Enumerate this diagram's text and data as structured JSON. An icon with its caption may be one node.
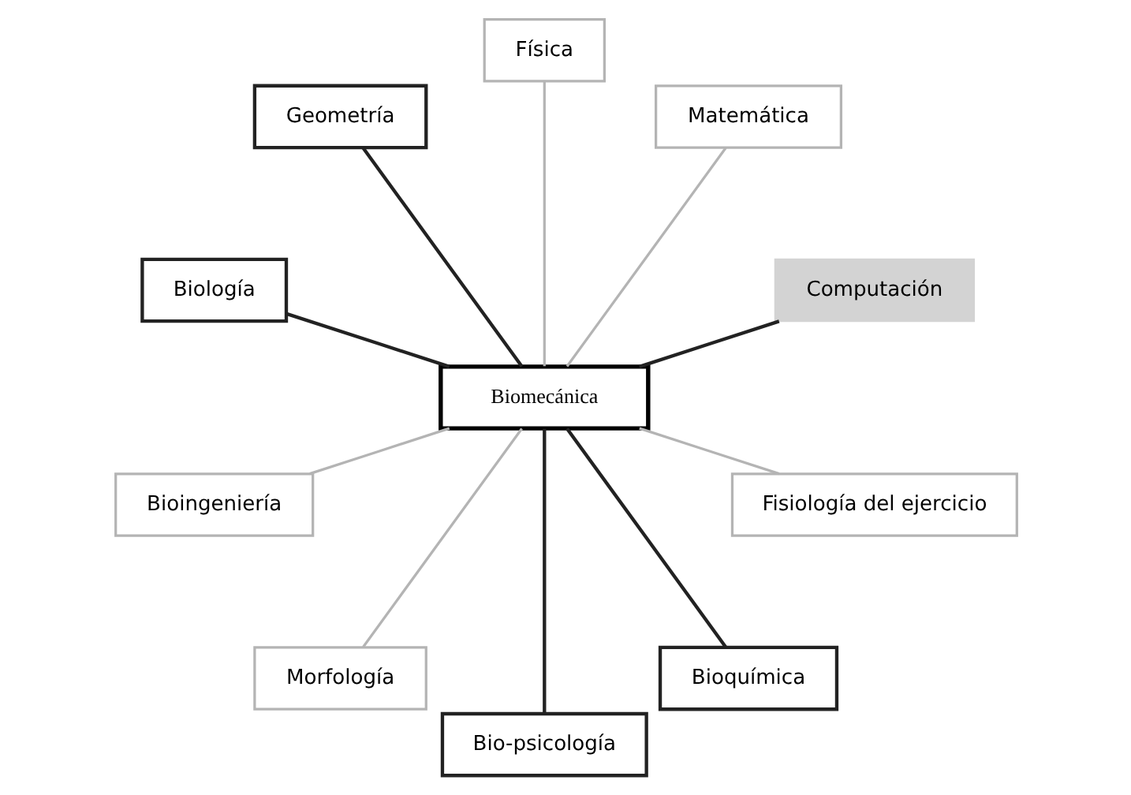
{
  "diagram": {
    "nodes": [
      {
        "text": [
          "Computación"
        ]
      },
      {
        "text": [
          "Matemática"
        ]
      },
      {
        "text": [
          "Física"
        ]
      },
      {
        "text": [
          "Geometría"
        ]
      },
      {
        "text": [
          "Biomecánica"
        ]
      },
      {
        "text": [
          "Biología"
        ]
      },
      {
        "text": [
          "Bioingeniería"
        ]
      },
      {
        "text": [
          "Morfología"
        ]
      },
      {
        "text": [
          "Bio-psicología"
        ]
      },
      {
        "text": [
          "Bioquímica"
        ]
      },
      {
        "text": [
          "Fisiología del ejercicio"
        ]
      }
    ],
    "edges": [
      {
        "from": 4,
        "to": 0,
        "arrow": "none"
      },
      {
        "from": 4,
        "to": 2,
        "arrow": "none",
        "color": "#b4b4b4"
      },
      {
        "from": 4,
        "to": 5,
        "arrow": "none"
      },
      {
        "from": 4,
        "to": 7,
        "arrow": "none",
        "color": "#b4b4b4"
      },
      {
        "from": 4,
        "to": 9,
        "arrow": "none"
      },
      {
        "from": 4,
        "to": 10,
        "arrow": "none",
        "color": "#b4b4b4"
      },
      {
        "from": 4,
        "to": 8,
        "arrow": "none"
      },
      {
        "from": 4,
        "to": 6,
        "arrow": "none",
        "color": "#b4b4b4"
      },
      {
        "from": 4,
        "to": 3,
        "arrow": "none"
      },
      {
        "from": 4,
        "to": 1,
        "arrow": "none",
        "color": "#b4b4b4"
      }
    ]
  }
}
